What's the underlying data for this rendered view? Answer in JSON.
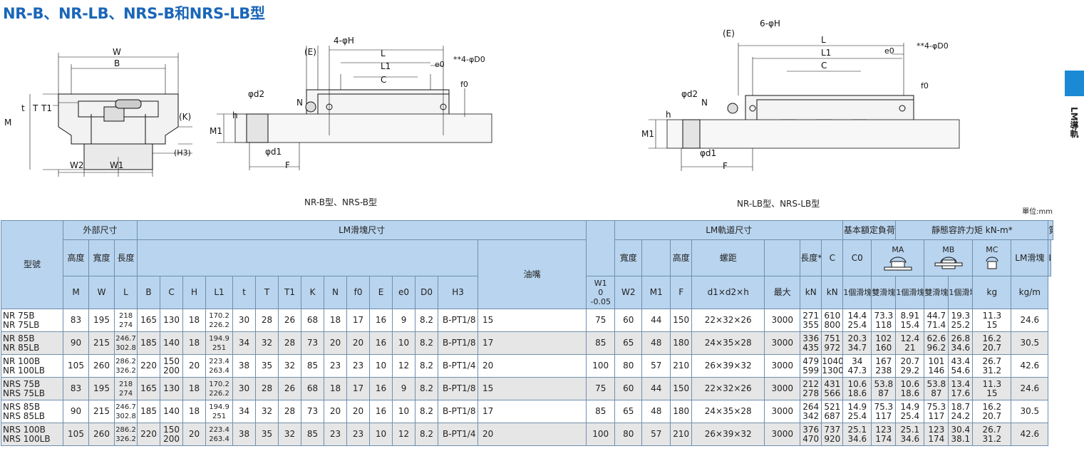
{
  "title": "NR-B、NR-LB、NRS-B和NRS-LB型",
  "side_tab": {
    "label": "LM導軌",
    "color": "#1a8ad4"
  },
  "captions": {
    "left": "NR-B型、NRS-B型",
    "right": "NR-LB型、NRS-LB型"
  },
  "unit": "單位:mm",
  "drawing_labels": {
    "W": "W",
    "B": "B",
    "M": "M",
    "t": "t",
    "T": "T",
    "T1": "T1",
    "K": "(K)",
    "H3": "(H3)",
    "W2": "W2",
    "W1": "W1",
    "E": "(E)",
    "fourH": "4-φH",
    "sixH": "6-φH",
    "L": "L",
    "L1": "L1",
    "C": "C",
    "e0": "e0",
    "D0_4": "**4-φD0",
    "f0": "f0",
    "d2": "φd2",
    "N": "N",
    "h": "h",
    "M1": "M1",
    "d1": "φd1",
    "F": "F"
  },
  "header": {
    "model": "型號",
    "outer": "外部尺寸",
    "block": "LM滑塊尺寸",
    "rail": "LM軌道尺寸",
    "load": "基本額定負荷",
    "moment": "靜態容許力矩 kN-m*",
    "mass": "質量",
    "height": "高度",
    "width": "寬度",
    "length": "長度",
    "grease": "油嘴",
    "rail_width": "寬度",
    "rail_height": "高度",
    "pitch": "螺距",
    "rail_length": "長度*",
    "MA": "MA",
    "MB": "MB",
    "MC": "MC",
    "block_mass": "LM滑塊",
    "rail_mass": "LM軌道",
    "sym": [
      "M",
      "W",
      "L",
      "B",
      "C",
      "H",
      "L1",
      "t",
      "T",
      "T1",
      "K",
      "N",
      "f0",
      "E",
      "e0",
      "D0",
      "",
      "H3",
      "W1",
      "W2",
      "M1",
      "F",
      "d1×d2×h",
      "最大",
      "kN",
      "kN",
      "1個滑塊",
      "雙滑塊",
      "1個滑塊",
      "雙滑塊",
      "1個滑塊",
      "kg",
      "kg/m"
    ],
    "w1_tol": [
      "0",
      "-0.05"
    ],
    "c": "C",
    "c0": "C0"
  },
  "rows": [
    {
      "m1": "NR 75B",
      "m2": "NR 75LB",
      "M": "83",
      "W": "195",
      "L": [
        "218",
        "274"
      ],
      "B": "165",
      "C": [
        "130"
      ],
      "H": "18",
      "L1": [
        "170.2",
        "226.2"
      ],
      "t": "30",
      "T": "28",
      "T1": "26",
      "K": "68",
      "N": "18",
      "f0": "17",
      "E": "16",
      "e0": "9",
      "D0": "8.2",
      "grease": "B-PT1/8",
      "H3": "15",
      "W1": "75",
      "W2": "60",
      "M1": "44",
      "F": "150",
      "dd": "22×32×26",
      "Lmax": "3000",
      "C_": [
        "271",
        "355"
      ],
      "C0": [
        "610",
        "800"
      ],
      "MA1": [
        "14.4",
        "25.4"
      ],
      "MA2": [
        "73.3",
        "118"
      ],
      "MB1": [
        "8.91",
        "15.4"
      ],
      "MB2": [
        "44.7",
        "71.4"
      ],
      "MC": [
        "19.3",
        "25.2"
      ],
      "mb": [
        "11.3",
        "15"
      ],
      "mr": "24.6"
    },
    {
      "m1": "NR 85B",
      "m2": "NR 85LB",
      "M": "90",
      "W": "215",
      "L": [
        "246.7",
        "302.8"
      ],
      "B": "185",
      "C": [
        "140"
      ],
      "H": "18",
      "L1": [
        "194.9",
        "251"
      ],
      "t": "34",
      "T": "32",
      "T1": "28",
      "K": "73",
      "N": "20",
      "f0": "20",
      "E": "16",
      "e0": "10",
      "D0": "8.2",
      "grease": "B-PT1/8",
      "H3": "17",
      "W1": "85",
      "W2": "65",
      "M1": "48",
      "F": "180",
      "dd": "24×35×28",
      "Lmax": "3000",
      "C_": [
        "336",
        "435"
      ],
      "C0": [
        "751",
        "972"
      ],
      "MA1": [
        "20.3",
        "34.7"
      ],
      "MA2": [
        "102",
        "160"
      ],
      "MB1": [
        "12.4",
        "21"
      ],
      "MB2": [
        "62.6",
        "96.2"
      ],
      "MC": [
        "26.8",
        "34.6"
      ],
      "mb": [
        "16.2",
        "20.7"
      ],
      "mr": "30.5"
    },
    {
      "m1": "NR 100B",
      "m2": "NR 100LB",
      "M": "105",
      "W": "260",
      "L": [
        "286.2",
        "326.2"
      ],
      "B": "220",
      "C": [
        "150",
        "200"
      ],
      "H": "20",
      "L1": [
        "223.4",
        "263.4"
      ],
      "t": "38",
      "T": "35",
      "T1": "32",
      "K": "85",
      "N": "23",
      "f0": "23",
      "E": "10",
      "e0": "12",
      "D0": "8.2",
      "grease": "B-PT1/4",
      "H3": "20",
      "W1": "100",
      "W2": "80",
      "M1": "57",
      "F": "210",
      "dd": "26×39×32",
      "Lmax": "3000",
      "C_": [
        "479",
        "599"
      ],
      "C0": [
        "1040",
        "1300"
      ],
      "MA1": [
        "34",
        "47.3"
      ],
      "MA2": [
        "167",
        "238"
      ],
      "MB1": [
        "20.7",
        "29.2"
      ],
      "MB2": [
        "101",
        "146"
      ],
      "MC": [
        "43.4",
        "54.6"
      ],
      "mb": [
        "26.7",
        "31.2"
      ],
      "mr": "42.6"
    },
    {
      "m1": "NRS 75B",
      "m2": "NRS 75LB",
      "M": "83",
      "W": "195",
      "L": [
        "218",
        "274"
      ],
      "B": "165",
      "C": [
        "130"
      ],
      "H": "18",
      "L1": [
        "170.2",
        "226.2"
      ],
      "t": "30",
      "T": "28",
      "T1": "26",
      "K": "68",
      "N": "18",
      "f0": "17",
      "E": "16",
      "e0": "9",
      "D0": "8.2",
      "grease": "B-PT1/8",
      "H3": "15",
      "W1": "75",
      "W2": "60",
      "M1": "44",
      "F": "150",
      "dd": "22×32×26",
      "Lmax": "3000",
      "C_": [
        "212",
        "278"
      ],
      "C0": [
        "431",
        "566"
      ],
      "MA1": [
        "10.6",
        "18.6"
      ],
      "MA2": [
        "53.8",
        "87"
      ],
      "MB1": [
        "10.6",
        "18.6"
      ],
      "MB2": [
        "53.8",
        "87"
      ],
      "MC": [
        "13.4",
        "17.6"
      ],
      "mb": [
        "11.3",
        "15"
      ],
      "mr": "24.6"
    },
    {
      "m1": "NRS 85B",
      "m2": "NRS 85LB",
      "M": "90",
      "W": "215",
      "L": [
        "246.7",
        "302.8"
      ],
      "B": "185",
      "C": [
        "140"
      ],
      "H": "18",
      "L1": [
        "194.9",
        "251"
      ],
      "t": "34",
      "T": "32",
      "T1": "28",
      "K": "73",
      "N": "20",
      "f0": "20",
      "E": "16",
      "e0": "10",
      "D0": "8.2",
      "grease": "B-PT1/8",
      "H3": "17",
      "W1": "85",
      "W2": "65",
      "M1": "48",
      "F": "180",
      "dd": "24×35×28",
      "Lmax": "3000",
      "C_": [
        "264",
        "342"
      ],
      "C0": [
        "521",
        "687"
      ],
      "MA1": [
        "14.9",
        "25.4"
      ],
      "MA2": [
        "75.3",
        "117"
      ],
      "MB1": [
        "14.9",
        "25.4"
      ],
      "MB2": [
        "75.3",
        "117"
      ],
      "MC": [
        "18.7",
        "24.2"
      ],
      "mb": [
        "16.2",
        "20.7"
      ],
      "mr": "30.5"
    },
    {
      "m1": "NRS 100B",
      "m2": "NRS 100LB",
      "M": "105",
      "W": "260",
      "L": [
        "286.2",
        "326.2"
      ],
      "B": "220",
      "C": [
        "150",
        "200"
      ],
      "H": "20",
      "L1": [
        "223.4",
        "263.4"
      ],
      "t": "38",
      "T": "35",
      "T1": "32",
      "K": "85",
      "N": "23",
      "f0": "23",
      "E": "10",
      "e0": "12",
      "D0": "8.2",
      "grease": "B-PT1/4",
      "H3": "20",
      "W1": "100",
      "W2": "80",
      "M1": "57",
      "F": "210",
      "dd": "26×39×32",
      "Lmax": "3000",
      "C_": [
        "376",
        "470"
      ],
      "C0": [
        "737",
        "920"
      ],
      "MA1": [
        "25.1",
        "34.6"
      ],
      "MA2": [
        "123",
        "174"
      ],
      "MB1": [
        "25.1",
        "34.6"
      ],
      "MB2": [
        "123",
        "174"
      ],
      "MC": [
        "30.4",
        "38.1"
      ],
      "mb": [
        "26.7",
        "31.2"
      ],
      "mr": "42.6"
    }
  ]
}
